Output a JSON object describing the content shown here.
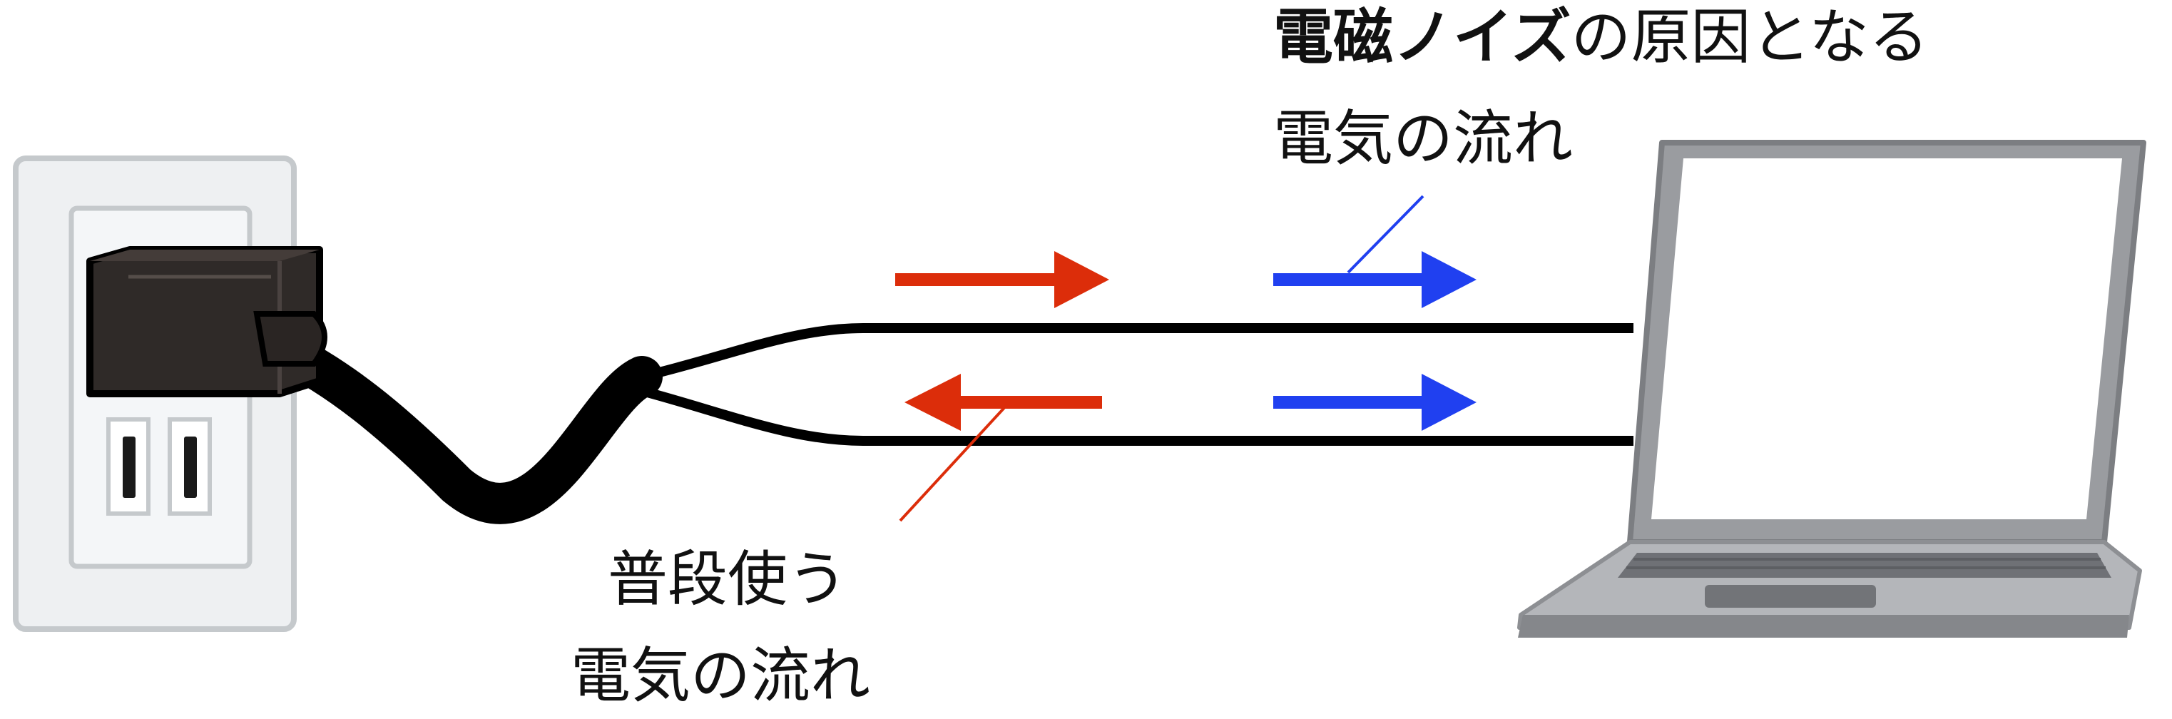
{
  "labels": {
    "noise_bold": "電磁ノイズ",
    "noise_rest": "の原因となる",
    "noise_line2": "電気の流れ",
    "normal_line1": "普段使う",
    "normal_line2": "電気の流れ"
  },
  "colors": {
    "normal_current": "#dc2d0a",
    "noise_current": "#2040f0",
    "wire": "#000000",
    "plug_body": "#2f2a28",
    "outlet_plate": "#eef0f2",
    "outlet_border": "#c5c9cc",
    "laptop_body": "#9a9ca0",
    "laptop_dark": "#6f7176"
  },
  "icons": {
    "outlet": "wall-outlet-icon",
    "plug": "power-plug-icon",
    "laptop": "laptop-icon"
  }
}
